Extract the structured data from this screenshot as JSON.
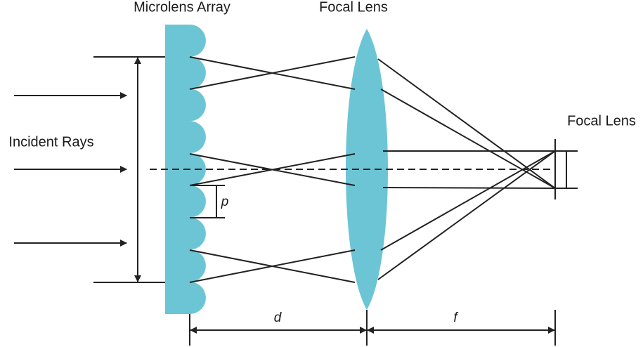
{
  "labels": {
    "microlens_array": "Microlens Array",
    "focal_lens_top": "Focal Lens",
    "focal_lens_right": "Focal Lens",
    "incident_rays": "Incident Rays",
    "pitch": "p",
    "distance": "d",
    "focal_length": "f"
  },
  "colors": {
    "lens": "#6cc5d5",
    "line": "#222222"
  },
  "microlens_count": 9
}
